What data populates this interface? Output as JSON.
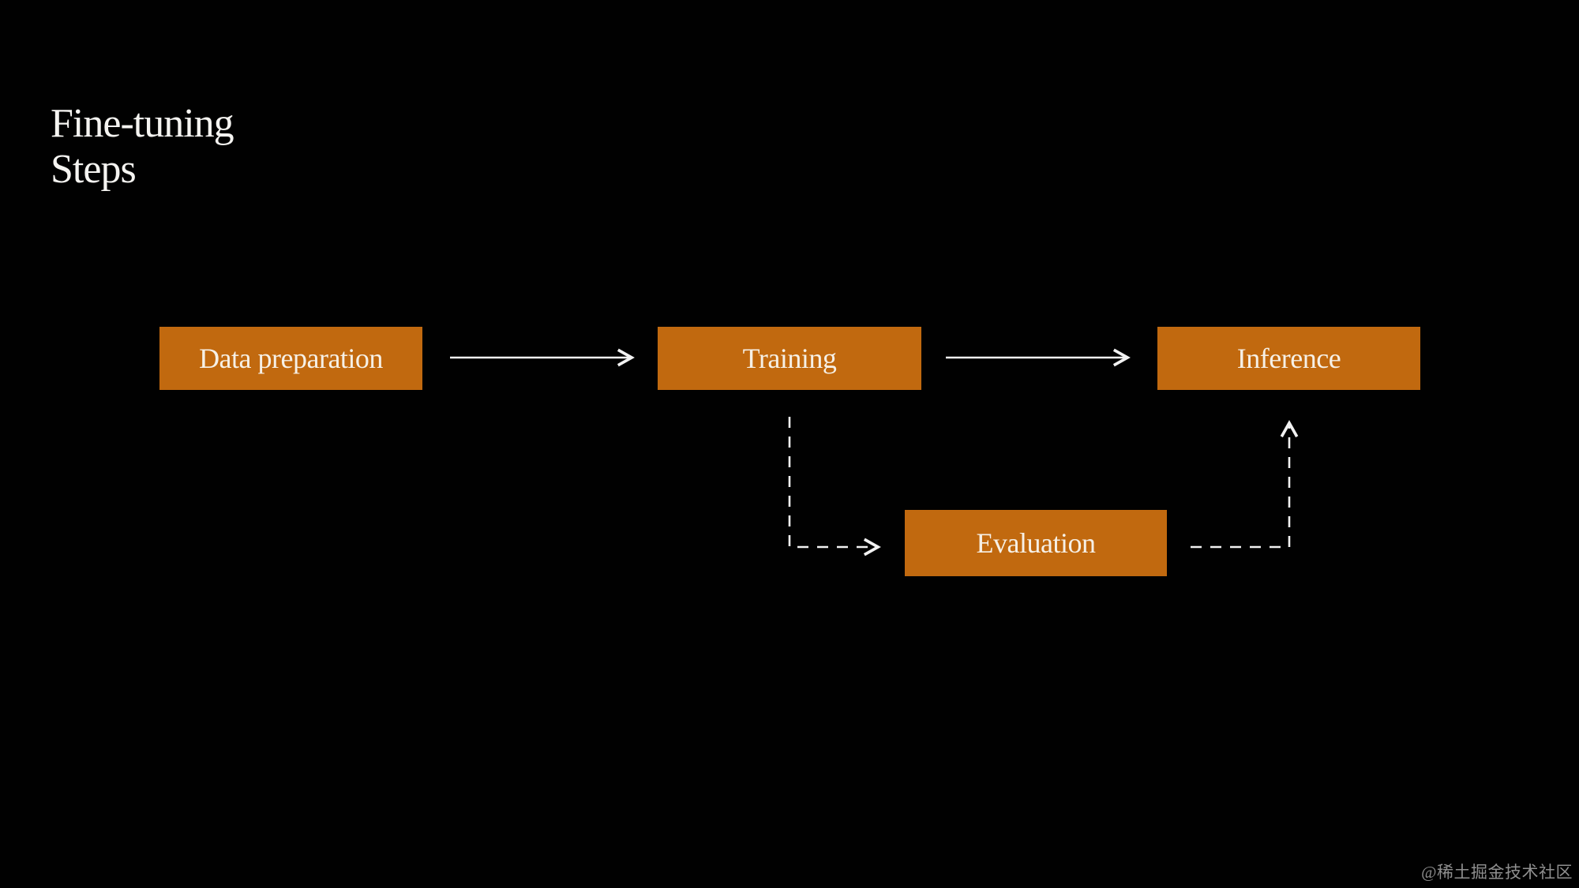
{
  "title": {
    "line1": "Fine-tuning",
    "line2": "Steps"
  },
  "diagram": {
    "nodes": [
      {
        "id": "data-preparation",
        "label": "Data preparation"
      },
      {
        "id": "training",
        "label": "Training"
      },
      {
        "id": "inference",
        "label": "Inference"
      },
      {
        "id": "evaluation",
        "label": "Evaluation"
      }
    ],
    "connections": [
      {
        "from": "data-preparation",
        "to": "training",
        "style": "solid"
      },
      {
        "from": "training",
        "to": "inference",
        "style": "solid"
      },
      {
        "from": "training",
        "to": "evaluation",
        "style": "dashed"
      },
      {
        "from": "evaluation",
        "to": "inference",
        "style": "dashed"
      }
    ]
  },
  "colors": {
    "background": "#010101",
    "box_fill": "#c1690f",
    "box_text": "#f6f0e6",
    "title_text": "#f5f4f1",
    "arrow": "#f2f2f2",
    "watermark_text": "#8f8f8f"
  },
  "watermark": {
    "text": "@稀土掘金技术社区"
  }
}
